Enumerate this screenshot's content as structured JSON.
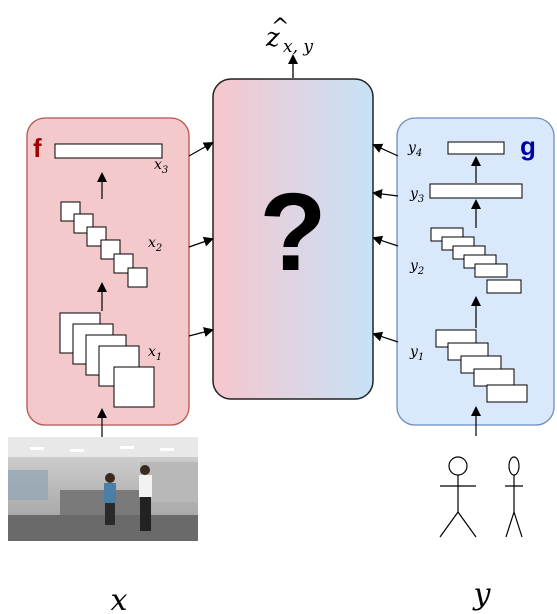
{
  "output_label": "ẑx,y",
  "output_label_parts": {
    "hat": "^",
    "z": "z",
    "sub": "x, y"
  },
  "center_block": {
    "symbol": "?"
  },
  "left_encoder": {
    "name": "f",
    "name_color": "#a00000",
    "fill": "#f4c9cc",
    "border": "#b85450",
    "features": [
      {
        "label": "x",
        "sub": "1"
      },
      {
        "label": "x",
        "sub": "2"
      },
      {
        "label": "x",
        "sub": "3"
      }
    ]
  },
  "right_encoder": {
    "name": "g",
    "name_color": "#0000a0",
    "fill": "#dae8fc",
    "border": "#6c8ebf",
    "features": [
      {
        "label": "y",
        "sub": "1"
      },
      {
        "label": "y",
        "sub": "2"
      },
      {
        "label": "y",
        "sub": "3"
      },
      {
        "label": "y",
        "sub": "4"
      }
    ]
  },
  "inputs": {
    "x_label": "x",
    "y_label": "y"
  },
  "colors": {
    "center_left": "#f7c6cd",
    "center_right": "#c6e2f7"
  }
}
